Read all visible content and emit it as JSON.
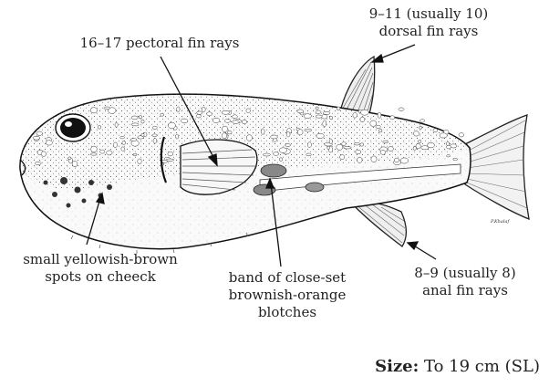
{
  "labels": {
    "dorsal_line1": "9–11 (usually 10)",
    "dorsal_line2": "dorsal fin rays",
    "pectoral": "16–17 pectoral fin rays",
    "cheek_line1": "small yellowish-brown",
    "cheek_line2": "spots on cheeck",
    "band_line1": "band of close-set",
    "band_line2": "brownish-orange",
    "band_line3": "blotches",
    "anal_line1": "8–9 (usually 8)",
    "anal_line2": "anal fin rays"
  },
  "size": {
    "label": "Size:",
    "value": "To 19 cm (SL)"
  },
  "artist_signature": "P.Khalaf"
}
